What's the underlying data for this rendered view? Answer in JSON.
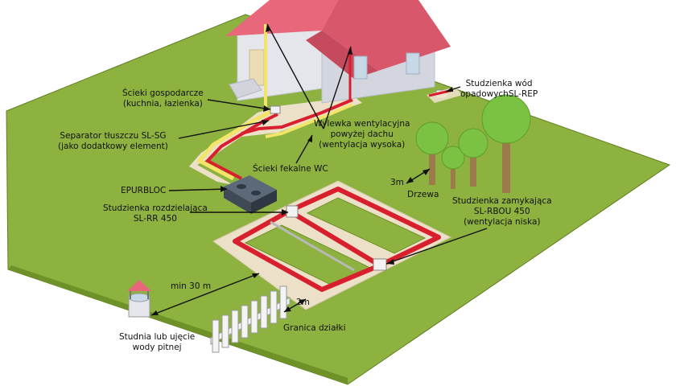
{
  "labels": {
    "scieki_gospodarcze": [
      "Ścieki gospodarcze",
      "(kuchnia, łazienka)"
    ],
    "separator": [
      "Separator tłuszczu SL-SG",
      "(jako dodatkowy element)"
    ],
    "wylewka": [
      "Wylewka wentylacyjna",
      "powyżej dachu",
      "(wentylacja wysoka)"
    ],
    "studzienka_wod": [
      "Studzienka wód",
      "opadowychSL-REP"
    ],
    "scieki_fekalne": "Ścieki fekalne WC",
    "epurbloc": "EPURBLOC",
    "rozdzielajaca": [
      "Studzienka rozdzielająca",
      "SL-RR 450"
    ],
    "dist_3m": "3m",
    "drzewa": "Drzewa",
    "zamykajaca": [
      "Studzienka zamykająca",
      "SL-RBOU 450",
      "(wentylacja niska)"
    ],
    "min_30m": "min 30 m",
    "dist_2m": "2m",
    "studnia": [
      "Studnia lub ujęcie",
      "wody pitnej"
    ],
    "granica": "Granica działki"
  },
  "colors": {
    "lawn": "#8db23f",
    "lawn_edge": "#5e7d20",
    "roof": "#e8677a",
    "wall": "#e4e6ec",
    "pipe_red": "#d81f2e",
    "pipe_yellow": "#f3e46a",
    "gravel": "#ece0c8",
    "trunk": "#9c7a4c",
    "tree": "#7cc242"
  }
}
